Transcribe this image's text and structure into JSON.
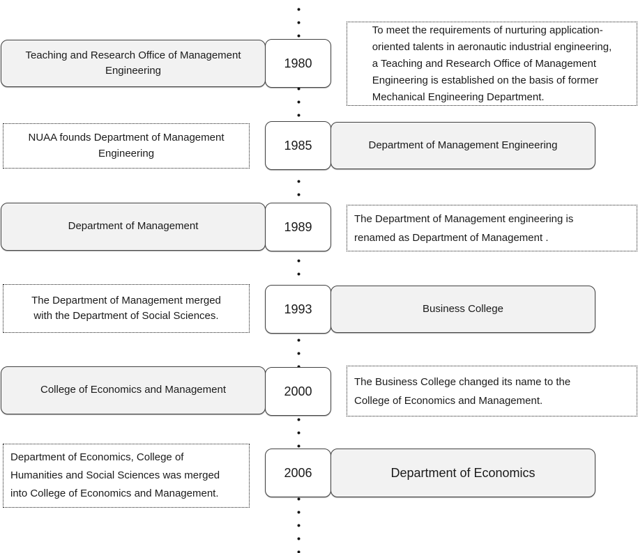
{
  "colors": {
    "background": "#ffffff",
    "box_fill": "#f2f2f2",
    "box_border": "#404040",
    "dotted_border": "#1a1a1a",
    "text": "#1a1a1a",
    "timeline_dot": "#111111"
  },
  "timeline": {
    "rows": [
      {
        "year": "1980",
        "left": {
          "style": "solid",
          "text": [
            "Teaching and Research Office of Management",
            "Engineering"
          ]
        },
        "right": {
          "style": "dotted",
          "text": [
            "To meet the requirements of nurturing application-",
            "oriented talents in aeronautic industrial engineering,",
            "a Teaching and Research Office of Management",
            "Engineering is established on the basis of former",
            "Mechanical Engineering Department."
          ]
        }
      },
      {
        "year": "1985",
        "left": {
          "style": "dotted",
          "text": [
            "NUAA founds Department of Management",
            "Engineering"
          ]
        },
        "right": {
          "style": "solid",
          "text": "Department of Management Engineering"
        }
      },
      {
        "year": "1989",
        "left": {
          "style": "solid",
          "text": "Department of Management"
        },
        "right": {
          "style": "dotted",
          "text": [
            "The Department of Management engineering is",
            "renamed as Department of Management ."
          ]
        }
      },
      {
        "year": "1993",
        "left": {
          "style": "dotted",
          "text": [
            "The Department of Management merged",
            "with the Department of Social Sciences."
          ]
        },
        "right": {
          "style": "solid",
          "text": "Business College"
        }
      },
      {
        "year": "2000",
        "left": {
          "style": "solid",
          "text": "College of Economics and Management"
        },
        "right": {
          "style": "dotted",
          "text": [
            "The Business College changed its name to the",
            "College of Economics and Management."
          ]
        }
      },
      {
        "year": "2006",
        "left": {
          "style": "dotted",
          "text": [
            "Department of Economics, College of",
            "Humanities and Social Sciences was merged",
            "into College of Economics and Management."
          ]
        },
        "right": {
          "style": "solid",
          "text": "Department of Economics"
        }
      }
    ]
  }
}
